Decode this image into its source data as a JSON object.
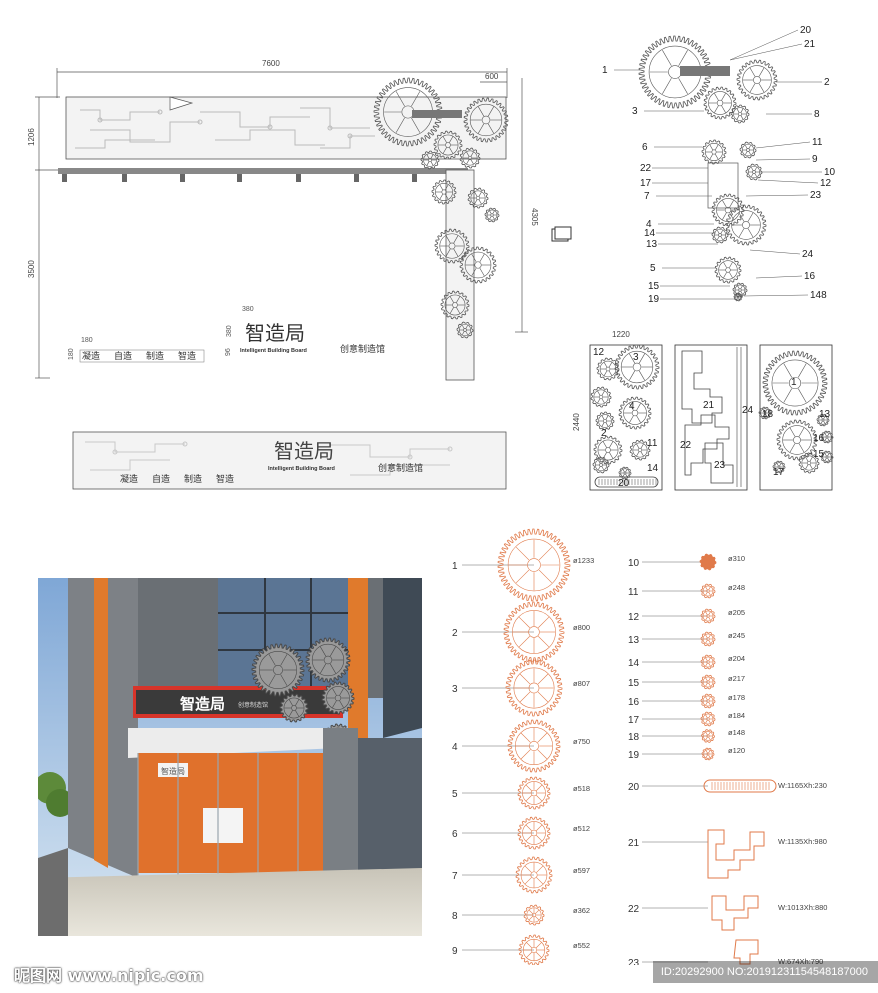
{
  "colors": {
    "orange": "#e07a4a",
    "line": "#777777",
    "dark_line": "#333333",
    "panel_fill": "#f2f2f2",
    "gear_gray": "#8a8a8a"
  },
  "elevation": {
    "width_label": "7600",
    "right_width_label": "600",
    "height_label_top": "1206",
    "height_label_bottom": "3500",
    "height_label_right": "4305",
    "dim_380_a": "380",
    "dim_380_b": "380",
    "dim_180_a": "180",
    "dim_180_b": "180",
    "dim_96": "96",
    "title_cn": "智造局",
    "title_en": "Intelligent Building Board",
    "subtitle_cn": "创意制造馆",
    "slogan": [
      "凝造",
      "自造",
      "制造",
      "智造"
    ]
  },
  "lower_board": {
    "title_cn": "智造局",
    "title_en": "Intelligent Building Board",
    "subtitle_cn": "创意制造馆",
    "slogan": [
      "凝造",
      "自造",
      "制造",
      "智造"
    ]
  },
  "gear_callouts": {
    "left": [
      "1",
      "3",
      "6",
      "22",
      "17",
      "7",
      "4",
      "14",
      "13",
      "5",
      "15",
      "19"
    ],
    "right": [
      "20",
      "21",
      "2",
      "8",
      "11",
      "9",
      "10",
      "12",
      "23",
      "24",
      "16",
      "148"
    ]
  },
  "sheets": {
    "width_label": "1220",
    "height_label": "2440",
    "sheet1_labels": [
      "12",
      "3",
      "2",
      "4",
      "11",
      "14",
      "20"
    ],
    "sheet2_labels": [
      "21",
      "24",
      "22",
      "23"
    ],
    "sheet3_labels": [
      "1",
      "18",
      "13",
      "16",
      "15",
      "17"
    ]
  },
  "parts_list": {
    "left": [
      {
        "num": "1",
        "dim": "ø1233"
      },
      {
        "num": "2",
        "dim": "ø800"
      },
      {
        "num": "3",
        "dim": "ø807"
      },
      {
        "num": "4",
        "dim": "ø750"
      },
      {
        "num": "5",
        "dim": "ø518"
      },
      {
        "num": "6",
        "dim": "ø512"
      },
      {
        "num": "7",
        "dim": "ø597"
      },
      {
        "num": "8",
        "dim": "ø362"
      },
      {
        "num": "9",
        "dim": "ø552"
      }
    ],
    "right": [
      {
        "num": "10",
        "dim": "ø310"
      },
      {
        "num": "11",
        "dim": "ø248"
      },
      {
        "num": "12",
        "dim": "ø205"
      },
      {
        "num": "13",
        "dim": "ø245"
      },
      {
        "num": "14",
        "dim": "ø204"
      },
      {
        "num": "15",
        "dim": "ø217"
      },
      {
        "num": "16",
        "dim": "ø178"
      },
      {
        "num": "17",
        "dim": "ø184"
      },
      {
        "num": "18",
        "dim": "ø148"
      },
      {
        "num": "19",
        "dim": "ø120"
      }
    ],
    "shapes": [
      {
        "num": "20",
        "dim": "W:1165Xh:230"
      },
      {
        "num": "21",
        "dim": "W:1135Xh:980"
      },
      {
        "num": "22",
        "dim": "W:1013Xh:880"
      },
      {
        "num": "23",
        "dim": "W:674Xh:790"
      }
    ]
  },
  "render": {
    "sign_text": "智造局",
    "sign_sub": "创意制造馆",
    "inner_sign": "智造局"
  },
  "watermark": {
    "left": "昵图网 www.nipic.com",
    "right": "ID:20292900 NO:20191231154548187000"
  }
}
